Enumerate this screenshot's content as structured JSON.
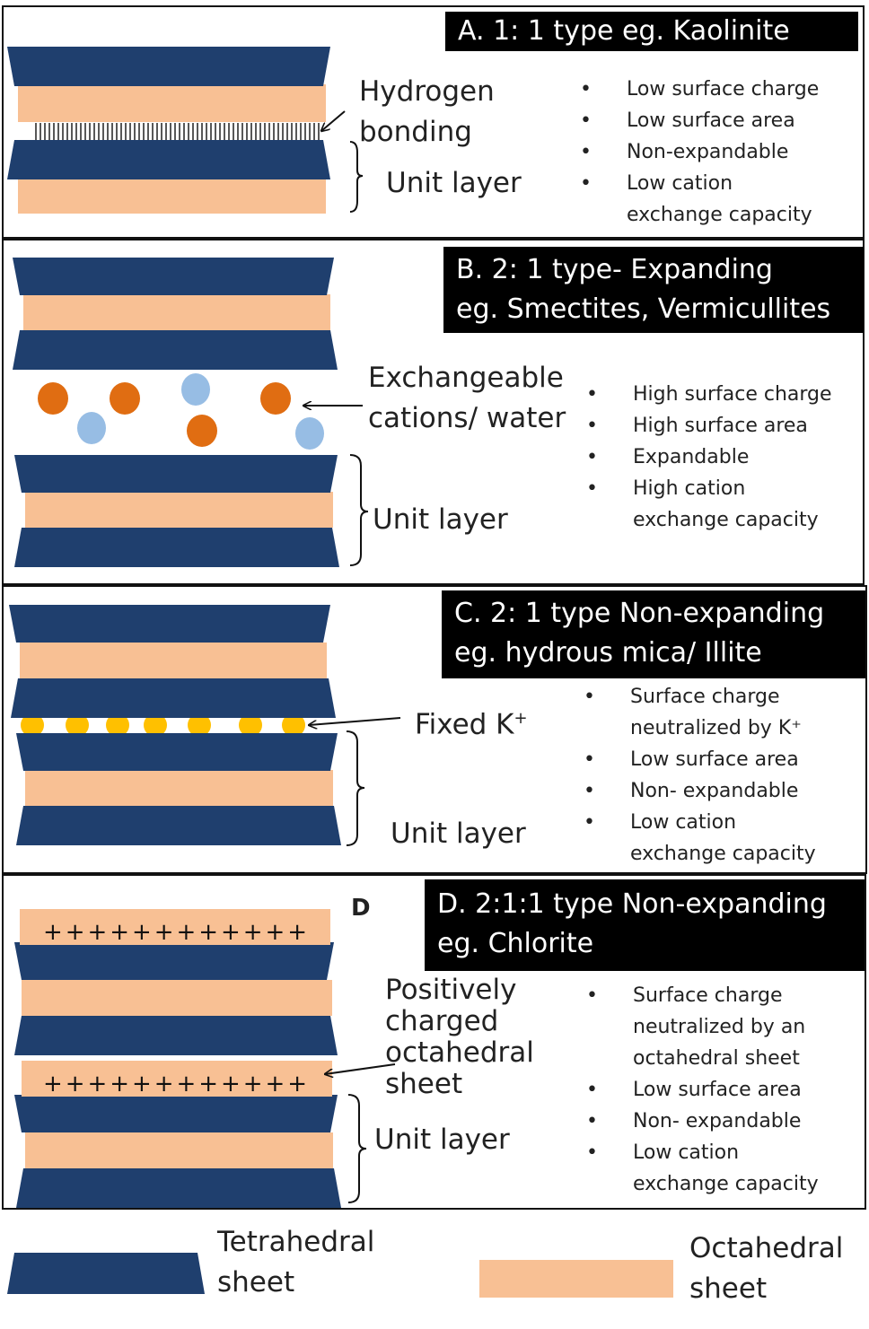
{
  "colors": {
    "tetrahedral": "#1f3f6e",
    "octahedral": "#f8c094",
    "cation_orange": "#e06d12",
    "water_blue": "#97bde4",
    "potassium": "#ffc000",
    "title_bg": "#000000"
  },
  "panel_a": {
    "title": "A. 1: 1 type eg. Kaolinite",
    "label_bond_1": "Hydrogen",
    "label_bond_2": "bonding",
    "label_unit": "Unit layer",
    "bullets": [
      [
        "Low surface charge"
      ],
      [
        "Low surface area"
      ],
      [
        "Non-expandable"
      ],
      [
        "Low cation",
        "exchange capacity"
      ]
    ]
  },
  "panel_b": {
    "title_1": "B. 2: 1 type- Expanding",
    "title_2": "eg. Smectites, Vermicullites",
    "label_cat_1": "Exchangeable",
    "label_cat_2": "cations/ water",
    "label_unit": "Unit layer",
    "bullets": [
      [
        "High surface charge"
      ],
      [
        "High surface area"
      ],
      [
        "Expandable"
      ],
      [
        "High cation",
        "exchange capacity"
      ]
    ]
  },
  "panel_c": {
    "title_1": "C. 2: 1 type Non-expanding",
    "title_2": "eg. hydrous mica/ Illite",
    "label_k": "Fixed K",
    "label_k_sup": "+",
    "label_unit": "Unit layer",
    "bullets": [
      [
        "Surface charge",
        "neutralized by K⁺"
      ],
      [
        "Low surface area"
      ],
      [
        "Non- expandable"
      ],
      [
        "Low cation",
        "exchange capacity"
      ]
    ]
  },
  "panel_d": {
    "letter": "D",
    "title_1": "D. 2:1:1  type Non-expanding",
    "title_2": "eg. Chlorite",
    "label_pos": [
      "Positively",
      "charged",
      "octahedral",
      "sheet"
    ],
    "label_unit": "Unit layer",
    "plus_row": "+ + + + + + + + + + + +",
    "bullets": [
      [
        "Surface charge",
        "neutralized by an",
        "octahedral sheet"
      ],
      [
        "Low surface area"
      ],
      [
        "Non- expandable"
      ],
      [
        "Low cation",
        "exchange capacity"
      ]
    ]
  },
  "legend": {
    "tetra_1": "Tetrahedral",
    "tetra_2": "sheet",
    "octa_1": "Octahedral",
    "octa_2": "sheet"
  }
}
